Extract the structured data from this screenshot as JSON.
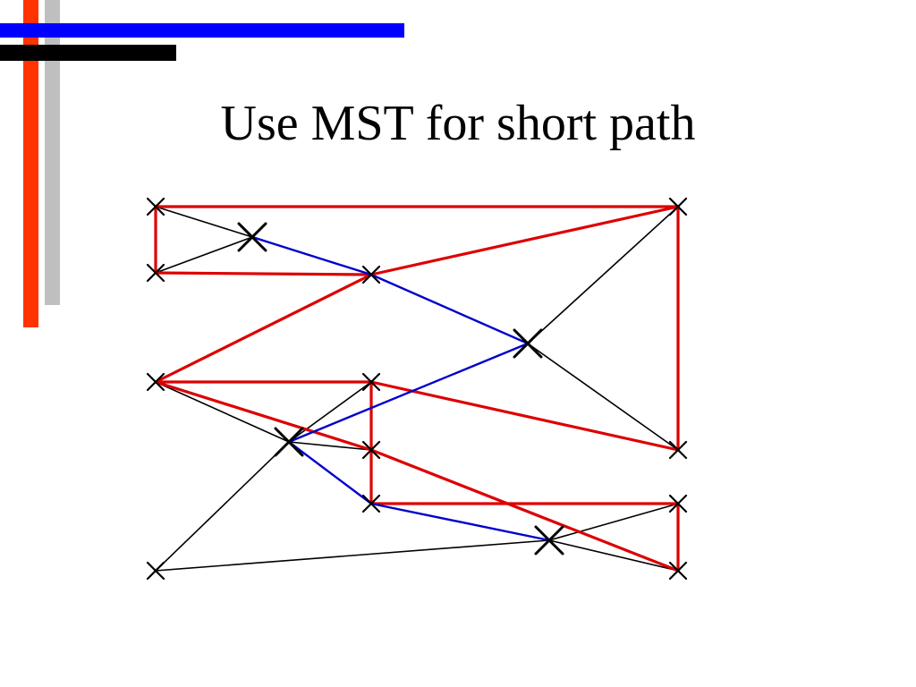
{
  "slide": {
    "title": "Use MST for short path"
  },
  "colors": {
    "decor_red": "#ff3300",
    "decor_gray": "#bfbfbf",
    "decor_blue": "#0000ff",
    "decor_black": "#000000",
    "mst_edge": "#dd0000",
    "path_edge": "#0000cc",
    "graph_edge": "#000000",
    "node_mark": "#000000"
  },
  "graph": {
    "nodes": [
      {
        "id": "A",
        "kind": "sensor"
      },
      {
        "id": "B",
        "kind": "relay"
      },
      {
        "id": "C",
        "kind": "sensor"
      },
      {
        "id": "D",
        "kind": "sensor"
      },
      {
        "id": "E",
        "kind": "relay"
      },
      {
        "id": "F",
        "kind": "sensor"
      },
      {
        "id": "G",
        "kind": "sensor"
      },
      {
        "id": "H",
        "kind": "sensor"
      },
      {
        "id": "I",
        "kind": "relay"
      },
      {
        "id": "J",
        "kind": "sensor"
      },
      {
        "id": "K",
        "kind": "sensor"
      },
      {
        "id": "L",
        "kind": "sensor"
      },
      {
        "id": "M",
        "kind": "sensor"
      },
      {
        "id": "N",
        "kind": "relay"
      },
      {
        "id": "O",
        "kind": "sensor"
      },
      {
        "id": "P",
        "kind": "sensor"
      }
    ],
    "edges": [
      {
        "from": "A",
        "to": "B",
        "type": "graph"
      },
      {
        "from": "B",
        "to": "C",
        "type": "graph"
      },
      {
        "from": "A",
        "to": "C",
        "type": "graph"
      },
      {
        "from": "E",
        "to": "D",
        "type": "graph"
      },
      {
        "from": "E",
        "to": "F",
        "type": "graph"
      },
      {
        "from": "E",
        "to": "G",
        "type": "graph"
      },
      {
        "from": "H",
        "to": "I",
        "type": "graph"
      },
      {
        "from": "H",
        "to": "J",
        "type": "graph"
      },
      {
        "from": "I",
        "to": "J",
        "type": "graph"
      },
      {
        "from": "I",
        "to": "K",
        "type": "graph"
      },
      {
        "from": "I",
        "to": "L",
        "type": "graph"
      },
      {
        "from": "I",
        "to": "M",
        "type": "graph"
      },
      {
        "from": "M",
        "to": "N",
        "type": "graph"
      },
      {
        "from": "N",
        "to": "O",
        "type": "graph"
      },
      {
        "from": "N",
        "to": "P",
        "type": "graph"
      },
      {
        "from": "D",
        "to": "F",
        "type": "mst"
      },
      {
        "from": "A",
        "to": "F",
        "type": "mst"
      },
      {
        "from": "F",
        "to": "G",
        "type": "mst"
      },
      {
        "from": "A",
        "to": "C",
        "type": "mst"
      },
      {
        "from": "C",
        "to": "D",
        "type": "mst"
      },
      {
        "from": "D",
        "to": "H",
        "type": "mst"
      },
      {
        "from": "H",
        "to": "J",
        "type": "mst"
      },
      {
        "from": "J",
        "to": "G",
        "type": "mst"
      },
      {
        "from": "J",
        "to": "L",
        "type": "mst"
      },
      {
        "from": "L",
        "to": "O",
        "type": "mst"
      },
      {
        "from": "O",
        "to": "P",
        "type": "mst"
      },
      {
        "from": "P",
        "to": "K",
        "type": "mst"
      },
      {
        "from": "K",
        "to": "H",
        "type": "mst"
      },
      {
        "from": "B",
        "to": "D",
        "type": "path"
      },
      {
        "from": "D",
        "to": "E",
        "type": "path"
      },
      {
        "from": "E",
        "to": "I",
        "type": "path"
      },
      {
        "from": "I",
        "to": "L",
        "type": "path"
      },
      {
        "from": "L",
        "to": "N",
        "type": "path"
      }
    ]
  }
}
